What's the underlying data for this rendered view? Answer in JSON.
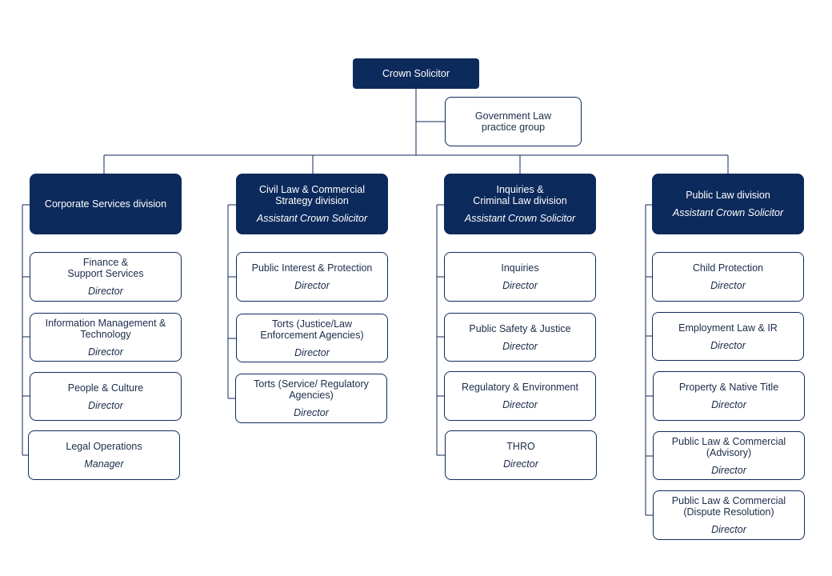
{
  "colors": {
    "primary": "#0d2a5c",
    "line": "#0d2a5c",
    "background": "#ffffff"
  },
  "top": {
    "title": "Crown Solicitor"
  },
  "side": {
    "title": "Government Law\npractice group"
  },
  "divisions": [
    {
      "title": "Corporate Services division",
      "subtitle": "",
      "units": [
        {
          "title": "Finance &\nSupport Services",
          "role": "Director"
        },
        {
          "title": "Information Management &\nTechnology",
          "role": "Director"
        },
        {
          "title": "People & Culture",
          "role": "Director"
        },
        {
          "title": "Legal Operations",
          "role": "Manager"
        }
      ]
    },
    {
      "title": "Civil Law & Commercial\nStrategy division",
      "subtitle": "Assistant Crown Solicitor",
      "units": [
        {
          "title": "Public Interest & Protection",
          "role": "Director"
        },
        {
          "title": "Torts (Justice/Law\nEnforcement Agencies)",
          "role": "Director"
        },
        {
          "title": "Torts (Service/ Regulatory\nAgencies)",
          "role": "Director"
        }
      ]
    },
    {
      "title": "Inquiries &\nCriminal Law division",
      "subtitle": "Assistant Crown Solicitor",
      "units": [
        {
          "title": "Inquiries",
          "role": "Director"
        },
        {
          "title": "Public Safety & Justice",
          "role": "Director"
        },
        {
          "title": "Regulatory & Environment",
          "role": "Director"
        },
        {
          "title": "THRO",
          "role": "Director"
        }
      ]
    },
    {
      "title": "Public Law division",
      "subtitle": "Assistant Crown Solicitor",
      "units": [
        {
          "title": "Child Protection",
          "role": "Director"
        },
        {
          "title": "Employment Law & IR",
          "role": "Director"
        },
        {
          "title": "Property & Native Title",
          "role": "Director"
        },
        {
          "title": "Public Law & Commercial\n(Advisory)",
          "role": "Director"
        },
        {
          "title": "Public Law & Commercial\n(Dispute Resolution)",
          "role": "Director"
        }
      ]
    }
  ]
}
